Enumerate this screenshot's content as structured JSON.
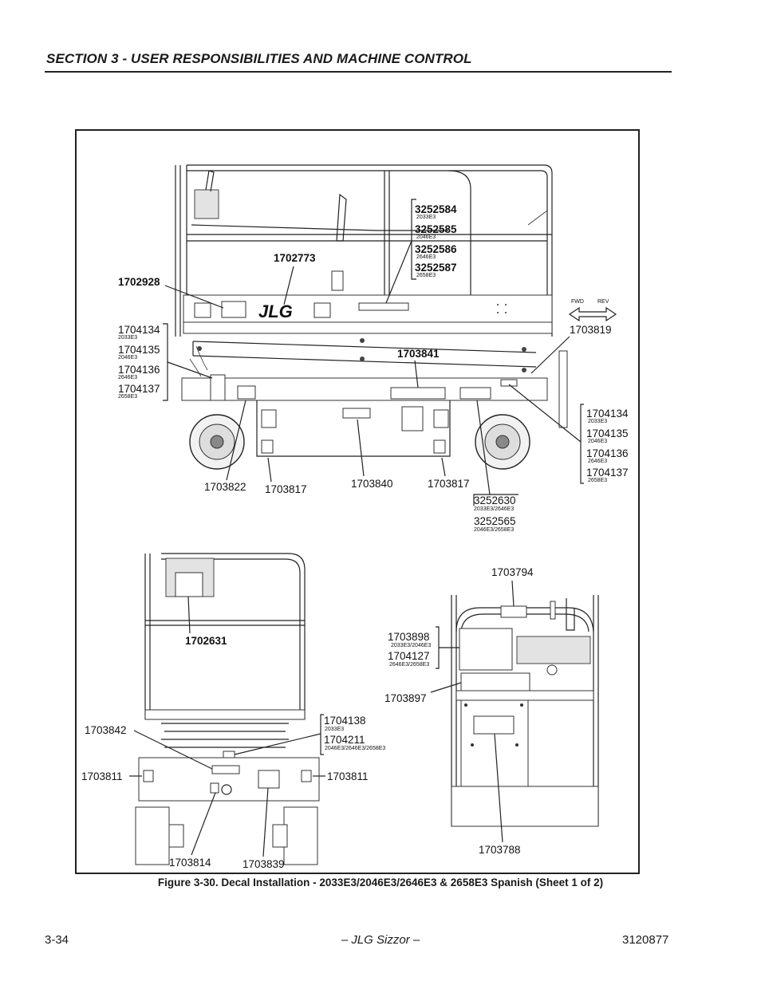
{
  "header": {
    "section_title": "SECTION 3 - USER RESPONSIBILITIES AND MACHINE CONTROL"
  },
  "figure": {
    "caption": "Figure 3-30.  Decal Installation - 2033E3/2046E3/2646E3 & 2658E3 Spanish (Sheet 1 of 2)",
    "callouts": {
      "c3252584": "3252584",
      "s2033a": "2033E3",
      "c3252585": "3252585",
      "s2046a": "2046E3",
      "c3252586": "3252586",
      "s2646a": "2646E3",
      "c3252587": "3252587",
      "s2658a": "2658E3",
      "c1702773": "1702773",
      "c1702928": "1702928",
      "fwd": "FWD",
      "rev": "REV",
      "c1703819": "1703819",
      "l1704134": "1704134",
      "ls2033": "2033E3",
      "l1704135": "1704135",
      "ls2046": "2046E3",
      "l1704136": "1704136",
      "ls2646": "2646E3",
      "l1704137": "1704137",
      "ls2658": "2658E3",
      "c1703841": "1703841",
      "r1704134": "1704134",
      "rs2033": "2033E3",
      "r1704135": "1704135",
      "rs2046": "2046E3",
      "r1704136": "1704136",
      "rs2646": "2646E3",
      "r1704137": "1704137",
      "rs2658": "2658E3",
      "c1703822": "1703822",
      "c1703817a": "1703817",
      "c1703840": "1703840",
      "c1703817b": "1703817",
      "c3252630": "3252630",
      "s3252630": "2033E3/2646E3",
      "c3252565": "3252565",
      "s3252565": "2046E3/2658E3",
      "c1703794": "1703794",
      "c1702631": "1702631",
      "c1703898": "1703898",
      "s1703898": "2033E3/2046E3",
      "c1704127": "1704127",
      "s1704127": "2646E3/2658E3",
      "c1703897": "1703897",
      "c1704138": "1704138",
      "s1704138": "2033E3",
      "c1704211": "1704211",
      "s1704211": "2046E3/2646E3/2658E3",
      "c1703842": "1703842",
      "c1703811a": "1703811",
      "c1703811b": "1703811",
      "c1703814": "1703814",
      "c1703839": "1703839",
      "c1703788": "1703788"
    }
  },
  "footer": {
    "page_number": "3-34",
    "manual_title": "– JLG Sizzor –",
    "doc_number": "3120877"
  }
}
